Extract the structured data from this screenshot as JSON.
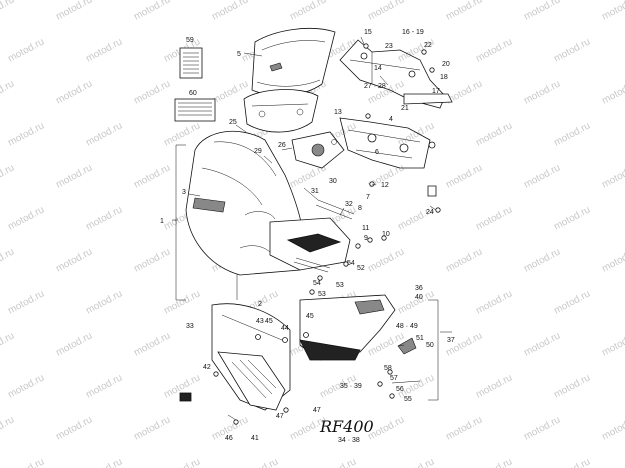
{
  "watermark": "motod.ru",
  "callouts": [
    {
      "id": "c1",
      "text": "1"
    },
    {
      "id": "c2",
      "text": "2"
    },
    {
      "id": "c3",
      "text": "3"
    },
    {
      "id": "c4",
      "text": "4"
    },
    {
      "id": "c5",
      "text": "5"
    },
    {
      "id": "c6",
      "text": "6"
    },
    {
      "id": "c7",
      "text": "7"
    },
    {
      "id": "c8",
      "text": "8"
    },
    {
      "id": "c9",
      "text": "9"
    },
    {
      "id": "c10",
      "text": "10"
    },
    {
      "id": "c11",
      "text": "11"
    },
    {
      "id": "c12",
      "text": "12"
    },
    {
      "id": "c13",
      "text": "13"
    },
    {
      "id": "c14",
      "text": "14"
    },
    {
      "id": "c15",
      "text": "15"
    },
    {
      "id": "c16_19",
      "text": "16 - 19"
    },
    {
      "id": "c17",
      "text": "17"
    },
    {
      "id": "c18",
      "text": "18"
    },
    {
      "id": "c20",
      "text": "20"
    },
    {
      "id": "c21",
      "text": "21"
    },
    {
      "id": "c22",
      "text": "22"
    },
    {
      "id": "c23",
      "text": "23"
    },
    {
      "id": "c24",
      "text": "24"
    },
    {
      "id": "c25",
      "text": "25"
    },
    {
      "id": "c26",
      "text": "26"
    },
    {
      "id": "c27_28",
      "text": "27 · 28"
    },
    {
      "id": "c29",
      "text": "29"
    },
    {
      "id": "c30",
      "text": "30"
    },
    {
      "id": "c31",
      "text": "31"
    },
    {
      "id": "c32",
      "text": "32"
    },
    {
      "id": "c33",
      "text": "33"
    },
    {
      "id": "c34_38",
      "text": "34 · 38"
    },
    {
      "id": "c35_39",
      "text": "35 · 39"
    },
    {
      "id": "c36",
      "text": "36"
    },
    {
      "id": "c37",
      "text": "37"
    },
    {
      "id": "c40",
      "text": "40"
    },
    {
      "id": "c41",
      "text": "41"
    },
    {
      "id": "c42",
      "text": "42"
    },
    {
      "id": "c43",
      "text": "43"
    },
    {
      "id": "c44",
      "text": "44"
    },
    {
      "id": "c45",
      "text": "45"
    },
    {
      "id": "c45b",
      "text": "45"
    },
    {
      "id": "c46",
      "text": "46"
    },
    {
      "id": "c47a",
      "text": "47"
    },
    {
      "id": "c47b",
      "text": "47"
    },
    {
      "id": "c48_49",
      "text": "48 · 49"
    },
    {
      "id": "c50",
      "text": "50"
    },
    {
      "id": "c51",
      "text": "51"
    },
    {
      "id": "c52",
      "text": "52"
    },
    {
      "id": "c53",
      "text": "53"
    },
    {
      "id": "c53b",
      "text": "53"
    },
    {
      "id": "c54",
      "text": "54"
    },
    {
      "id": "c54b",
      "text": "54"
    },
    {
      "id": "c55",
      "text": "55"
    },
    {
      "id": "c56",
      "text": "56"
    },
    {
      "id": "c57",
      "text": "57"
    },
    {
      "id": "c58",
      "text": "58"
    },
    {
      "id": "c59",
      "text": "59"
    },
    {
      "id": "c60",
      "text": "60"
    }
  ],
  "decal_script": "RF400"
}
